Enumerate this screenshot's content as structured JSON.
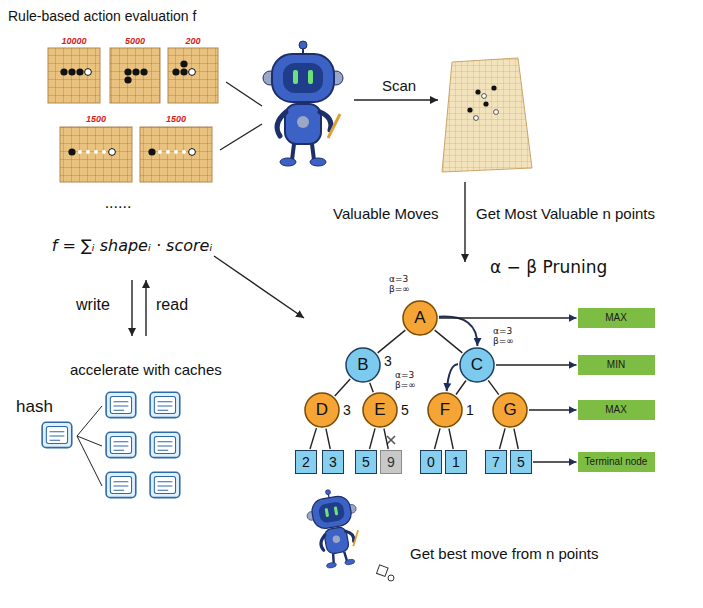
{
  "diagram": {
    "nodes": [
      {
        "text": [
          "A"
        ]
      },
      {
        "text": [
          "B"
        ]
      },
      {
        "text": [
          "C"
        ]
      },
      {
        "text": [
          "D"
        ]
      },
      {
        "text": [
          "E"
        ]
      },
      {
        "text": [
          "F"
        ]
      },
      {
        "text": [
          "G"
        ]
      },
      {
        "text": [
          "2"
        ]
      },
      {
        "text": [
          "3"
        ]
      },
      {
        "text": [
          "5"
        ]
      },
      {
        "text": [
          "9"
        ]
      },
      {
        "text": [
          "0"
        ]
      },
      {
        "text": [
          "1"
        ]
      },
      {
        "text": [
          "7"
        ]
      },
      {
        "text": [
          "5"
        ]
      },
      {
        "text": [
          "MAX"
        ]
      },
      {
        "text": [
          "MIN"
        ]
      },
      {
        "text": [
          "MAX"
        ]
      },
      {
        "text": [
          "Terminal node"
        ]
      }
    ],
    "edges": [
      {
        "from": 0,
        "to": 1,
        "arrow": "none"
      },
      {
        "from": 0,
        "to": 2,
        "arrow": "none"
      },
      {
        "from": 1,
        "to": 3,
        "arrow": "none"
      },
      {
        "from": 1,
        "to": 4,
        "arrow": "none"
      },
      {
        "from": 2,
        "to": 5,
        "arrow": "none"
      },
      {
        "from": 2,
        "to": 6,
        "arrow": "none"
      },
      {
        "from": 3,
        "to": 7,
        "arrow": "none"
      },
      {
        "from": 3,
        "to": 8,
        "arrow": "none"
      },
      {
        "from": 4,
        "to": 9,
        "arrow": "none"
      },
      {
        "from": 4,
        "to": 10,
        "arrow": "none"
      },
      {
        "from": 5,
        "to": 11,
        "arrow": "none"
      },
      {
        "from": 5,
        "to": 12,
        "arrow": "none"
      },
      {
        "from": 6,
        "to": 13,
        "arrow": "none"
      },
      {
        "from": 6,
        "to": 14,
        "arrow": "none"
      },
      {
        "from": 0,
        "to": 2,
        "arrow": "to"
      },
      {
        "from": 2,
        "to": 5,
        "arrow": "to"
      },
      {
        "from": 0,
        "to": 15,
        "arrow": "to"
      },
      {
        "from": 2,
        "to": 16,
        "arrow": "to"
      },
      {
        "from": 6,
        "to": 17,
        "arrow": "to"
      },
      {
        "from": 14,
        "to": 18,
        "arrow": "to"
      }
    ],
    "labels": [
      "Rule-based action evaluation f",
      "10000",
      "5000",
      "200",
      "1500",
      "1500",
      "......",
      "f = ∑ᵢ shapeᵢ · scoreᵢ",
      "write",
      "read",
      "accelerate with caches",
      "hash",
      "Scan",
      "Valuable Moves",
      "Get Most Valuable n points",
      "α − β Pruning",
      "α=3 β=∞",
      "3",
      "α=3 β=∞",
      "3",
      "α=3 β=∞",
      "5",
      "1",
      "Get best move from n points"
    ]
  }
}
